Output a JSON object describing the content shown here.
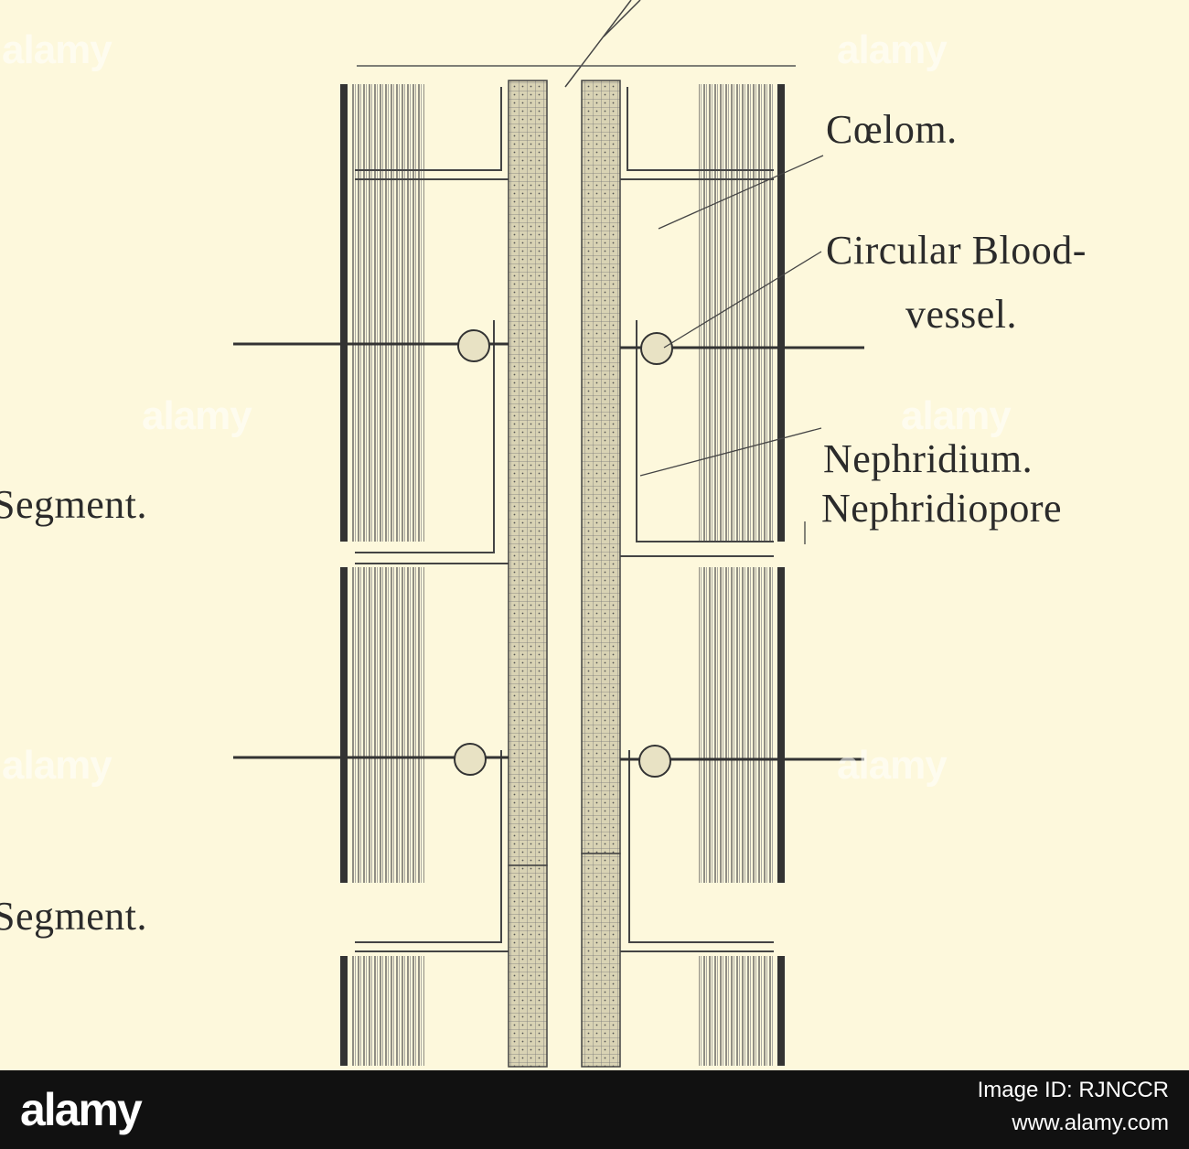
{
  "labels": {
    "coelom": "Cœlom.",
    "circular_blood_1": "Circular Blood-",
    "circular_blood_2": "vessel.",
    "nephridium": "Nephridium.",
    "nephridiopore": "Nephridiopore",
    "segment_1": "Segment.",
    "segment_2": "Segment."
  },
  "watermark_text": "alamy",
  "stock_bar": {
    "logo": "alamy",
    "image_id": "Image ID: RJNCCR",
    "url": "www.alamy.com"
  },
  "colors": {
    "background": "#fdf8dc",
    "ink": "#2b2b2b",
    "stock_bar": "#111111"
  }
}
